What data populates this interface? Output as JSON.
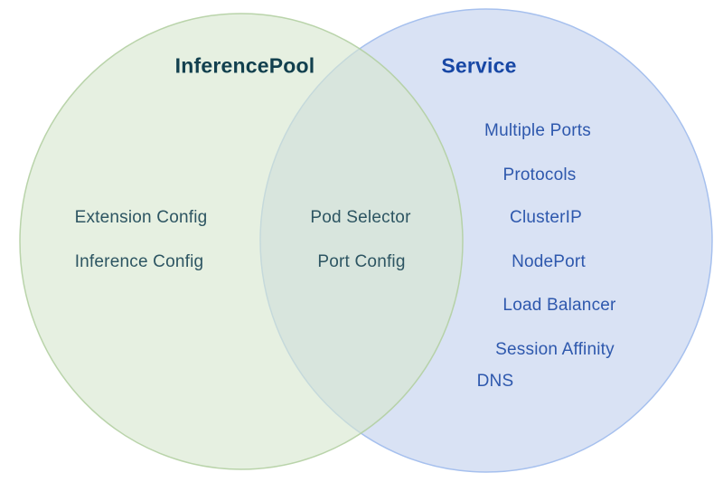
{
  "colors": {
    "left_fill": "#d8e8d0",
    "left_stroke": "#b2cfa2",
    "right_fill": "#d9e2f4",
    "right_stroke": "#a6c0ee",
    "left_title_text": "#12404e",
    "left_item_text": "#2d5562",
    "right_title_text": "#1747a5",
    "right_item_text": "#2e58ad",
    "overlap_blend": "#d8e7de"
  },
  "venn": {
    "left": {
      "title": "InferencePool",
      "items": [
        {
          "label": "Extension Config"
        },
        {
          "label": "Inference Config"
        }
      ]
    },
    "intersection": {
      "items": [
        {
          "label": "Pod Selector"
        },
        {
          "label": "Port Config"
        }
      ]
    },
    "right": {
      "title": "Service",
      "items": [
        {
          "label": "Multiple Ports"
        },
        {
          "label": "Protocols"
        },
        {
          "label": "ClusterIP"
        },
        {
          "label": "NodePort"
        },
        {
          "label": "Load Balancer"
        },
        {
          "label": "Session Affinity"
        },
        {
          "label": "DNS"
        }
      ]
    }
  }
}
